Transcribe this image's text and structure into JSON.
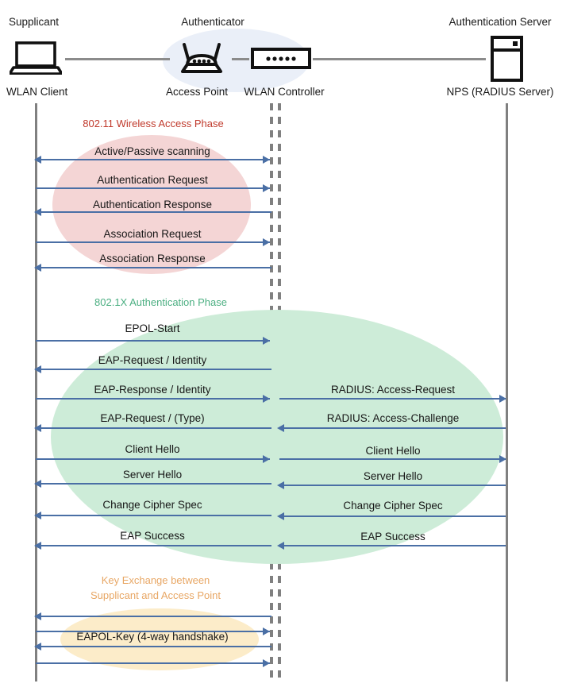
{
  "diagram": {
    "title": "802.1X WLAN Authentication Sequence",
    "colors": {
      "wireless_phase": "#c0392b",
      "dot1x_phase": "#4caf82",
      "key_phase": "#e8a765",
      "arrow": "#4a6fa5",
      "lifeline": "#808080",
      "wireless_ellipse": "#f4d5d5",
      "dot1x_ellipse": "#cdecd8",
      "key_ellipse": "#fcecc9",
      "authenticator_blob": "#eaeff8"
    }
  },
  "actors": [
    {
      "role": "Supplicant",
      "device": "WLAN Client",
      "icon": "laptop-icon"
    },
    {
      "role": "Authenticator",
      "device": "Access Point",
      "icon": "wireless-router-icon"
    },
    {
      "role": "",
      "device": "WLAN Controller",
      "icon": "network-switch-icon"
    },
    {
      "role": "Authentication Server",
      "device": "NPS (RADIUS Server)",
      "icon": "server-rack-icon"
    }
  ],
  "phases": [
    {
      "id": "wireless",
      "label": "802.11 Wireless Access Phase",
      "messages": [
        {
          "text": "Active/Passive scanning",
          "direction": "both",
          "side": "left"
        },
        {
          "text": "Authentication Request",
          "direction": "right",
          "side": "left"
        },
        {
          "text": "Authentication Response",
          "direction": "left",
          "side": "left"
        },
        {
          "text": "Association Request",
          "direction": "right",
          "side": "left"
        },
        {
          "text": "Association Response",
          "direction": "left",
          "side": "left"
        }
      ]
    },
    {
      "id": "dot1x",
      "label": "802.1X Authentication Phase",
      "messages": [
        {
          "text": "EPOL-Start",
          "direction": "right",
          "side": "left"
        },
        {
          "text": "EAP-Request / Identity",
          "direction": "left",
          "side": "left"
        },
        {
          "text": "EAP-Response / Identity",
          "direction": "right",
          "side": "left"
        },
        {
          "text": "RADIUS: Access-Request",
          "direction": "right",
          "side": "right"
        },
        {
          "text": "EAP-Request / (Type)",
          "direction": "left",
          "side": "left"
        },
        {
          "text": "RADIUS: Access-Challenge",
          "direction": "left",
          "side": "right"
        },
        {
          "text": "Client Hello",
          "direction": "right",
          "side": "left"
        },
        {
          "text": "Client Hello",
          "direction": "right",
          "side": "right"
        },
        {
          "text": "Server Hello",
          "direction": "left",
          "side": "left"
        },
        {
          "text": "Server Hello",
          "direction": "left",
          "side": "right"
        },
        {
          "text": "Change Cipher Spec",
          "direction": "left",
          "side": "left"
        },
        {
          "text": "Change Cipher Spec",
          "direction": "left",
          "side": "right"
        },
        {
          "text": "EAP Success",
          "direction": "left",
          "side": "left"
        },
        {
          "text": "EAP Success",
          "direction": "left",
          "side": "right"
        }
      ]
    },
    {
      "id": "key",
      "label_line1": "Key Exchange between",
      "label_line2": "Supplicant and Access Point",
      "messages": [
        {
          "text": "",
          "direction": "left",
          "side": "left"
        },
        {
          "text": "",
          "direction": "right",
          "side": "left"
        },
        {
          "text": "EAPOL-Key (4-way handshake)",
          "direction": "left",
          "side": "left"
        },
        {
          "text": "",
          "direction": "right",
          "side": "left"
        }
      ]
    }
  ],
  "labels": {
    "wireless_msg_1": "Active/Passive scanning",
    "wireless_msg_2": "Authentication Request",
    "wireless_msg_3": "Authentication Response",
    "wireless_msg_4": "Association Request",
    "wireless_msg_5": "Association Response",
    "dot1x_msg_1": "EPOL-Start",
    "dot1x_msg_2": "EAP-Request / Identity",
    "dot1x_msg_3": "EAP-Response / Identity",
    "dot1x_msg_3r": "RADIUS: Access-Request",
    "dot1x_msg_4": "EAP-Request / (Type)",
    "dot1x_msg_4r": "RADIUS: Access-Challenge",
    "dot1x_msg_5": "Client Hello",
    "dot1x_msg_5r": "Client Hello",
    "dot1x_msg_6": "Server Hello",
    "dot1x_msg_6r": "Server Hello",
    "dot1x_msg_7": "Change Cipher Spec",
    "dot1x_msg_7r": "Change Cipher Spec",
    "dot1x_msg_8": "EAP Success",
    "dot1x_msg_8r": "EAP Success",
    "key_msg_3": "EAPOL-Key (4-way handshake)",
    "phase_wireless": "802.11 Wireless Access Phase",
    "phase_dot1x": "802.1X Authentication Phase",
    "phase_key_l1": "Key Exchange between",
    "phase_key_l2": "Supplicant and Access Point",
    "actor1_role": "Supplicant",
    "actor1_device": "WLAN Client",
    "actor2_role": "Authenticator",
    "actor2_device": "Access Point",
    "actor3_device": "WLAN Controller",
    "actor4_role": "Authentication Server",
    "actor4_device": "NPS (RADIUS Server)"
  }
}
